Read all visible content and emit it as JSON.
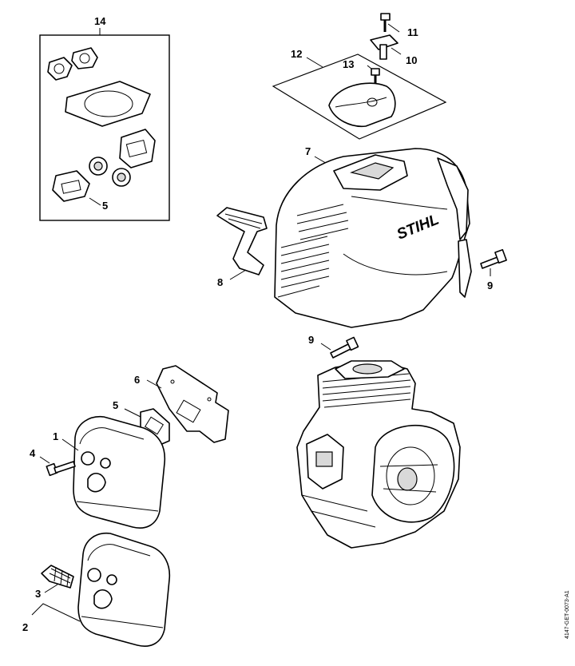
{
  "callouts": {
    "c1": "1",
    "c2": "2",
    "c3": "3",
    "c4": "4",
    "c5_kit": "5",
    "c5": "5",
    "c6": "6",
    "c7": "7",
    "c8": "8",
    "c9_right": "9",
    "c9_bottom": "9",
    "c10": "10",
    "c11": "11",
    "c12": "12",
    "c13": "13",
    "c14": "14"
  },
  "brand": "STIHL",
  "document_id": "4147-GET-0073-A1"
}
